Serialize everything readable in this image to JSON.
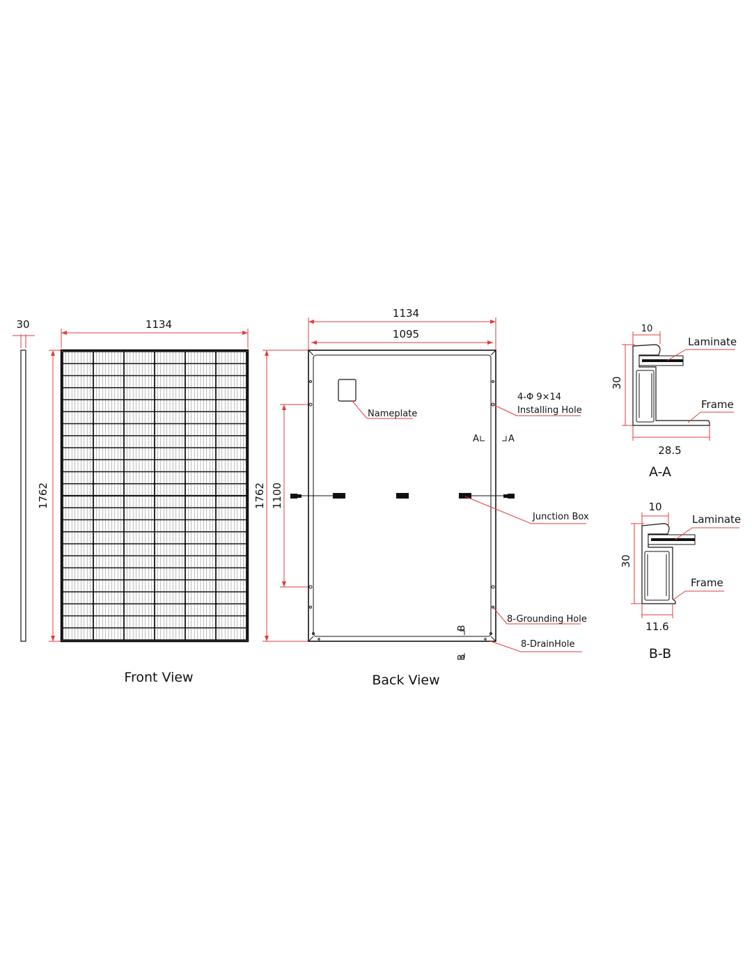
{
  "side_view": {
    "thickness": "30"
  },
  "front_view": {
    "width": "1134",
    "height": "1762",
    "caption": "Front View"
  },
  "back_view": {
    "outer_width": "1134",
    "inner_width": "1095",
    "height": "1762",
    "hole_spacing": "1100",
    "caption": "Back View",
    "nameplate_label": "Nameplate",
    "installing_hole_spec": "4-Φ 9×14",
    "installing_hole_label": "Installing Hole",
    "section_a_left": "A",
    "section_a_right": "A",
    "section_b_top": "B",
    "section_b_bottom": "B",
    "junction_box_label": "Junction Box",
    "grounding_hole_label": "8-Grounding Hole",
    "drain_hole_label": "8-DrainHole"
  },
  "section_aa": {
    "top_width": "10",
    "height": "30",
    "base_width": "28.5",
    "laminate_label": "Laminate",
    "frame_label": "Frame",
    "title": "A-A"
  },
  "section_bb": {
    "top_width": "10",
    "height": "30",
    "base_width": "11.6",
    "laminate_label": "Laminate",
    "frame_label": "Frame",
    "title": "B-B"
  },
  "colors": {
    "dimension": "#e23b3b",
    "outline": "#111111"
  }
}
